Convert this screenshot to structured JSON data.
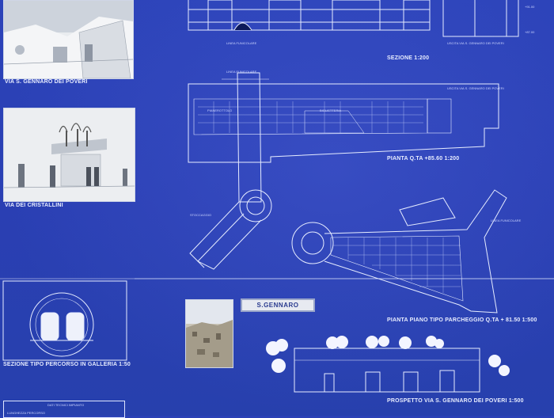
{
  "captions": {
    "photo1": "VIA S. GENNARO DEI POVERI",
    "photo2": "VIA DEI CRISTALLINI",
    "sezione": "Sezione 1:200",
    "pianta": "PIANTA Q.TA +85.60 1:200",
    "pianta_parcheggio": "PIANTA PIANO TIPO PARCHEGGIO Q.TA + 81.50 1:500",
    "prospetto": "PROSPETTO VIA S. GENNARO DEI POVERI 1:500",
    "galleria": "SEZIONE TIPO PERCORSO IN GALLERIA 1:50",
    "sgennaro_badge": "S.GENNARO"
  },
  "labels": {
    "linea_funicolare_top": "LINEA FUNICOLARE",
    "uscita_top": "USCITA VIA S. GENNARO DEI POVERI",
    "linea_funicolare_plan": "LINEA FUNICOLARE",
    "uscita_plan": "USCITA VIA S. GENNARO DEI POVERI",
    "pianerottolo": "PIANEROTTOLO",
    "biglietteria": "BIGLIETTERIA",
    "stoccaggio": "STOCCAGGIO",
    "linea_funicolare_right": "LINEA FUNICOLARE",
    "elev_1": "+91.00",
    "elev_2": "+87.00",
    "table_title": "DATI TECNICI IMPIANTO",
    "table_row": "LUNGHEZZA PERCORSO"
  },
  "colors": {
    "background": "#2b41b6",
    "lines": "#e6ecff",
    "badge_bg": "#e7eaf1"
  }
}
